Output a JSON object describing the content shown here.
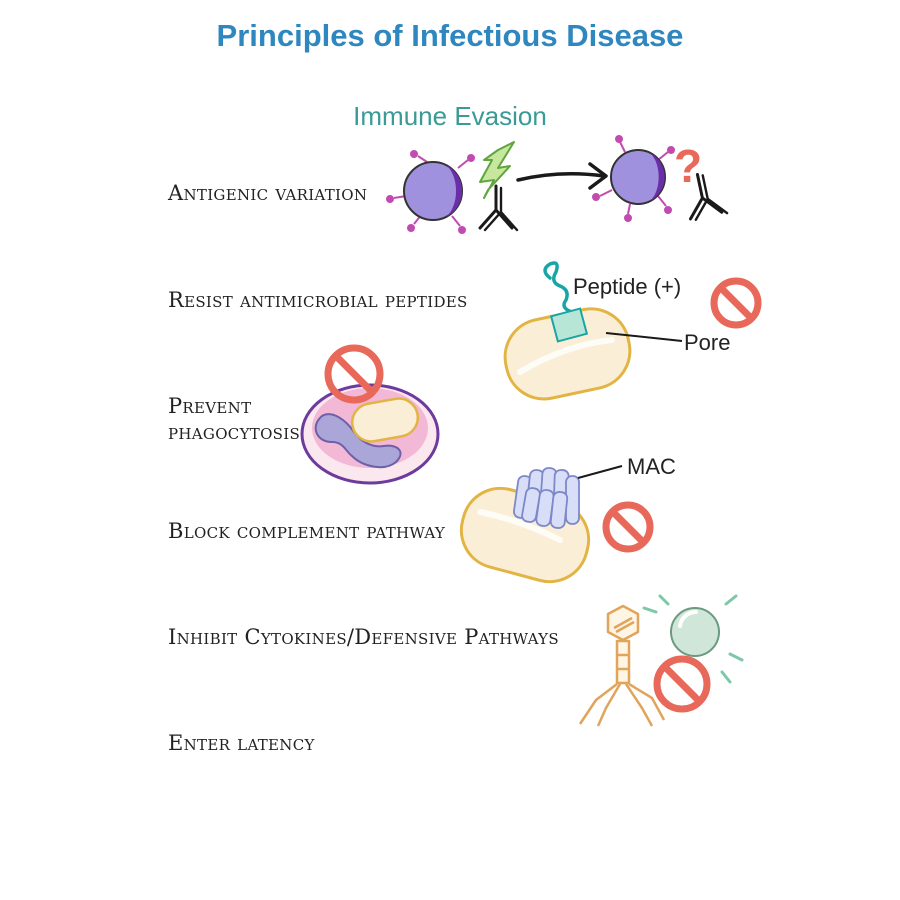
{
  "title": "Principles of Infectious Disease",
  "subtitle": "Immune Evasion",
  "mechanisms": [
    {
      "label": "Antigenic variation"
    },
    {
      "label": "Resist antimicrobial peptides"
    },
    {
      "label_line1": "Prevent",
      "label_line2": "phagocytosis"
    },
    {
      "label": "Block complement pathway"
    },
    {
      "label": "Inhibit Cytokines/Defensive Pathways"
    },
    {
      "label": "Enter latency"
    }
  ],
  "annotations": {
    "peptide": "Peptide (+)",
    "pore": "Pore",
    "mac": "MAC",
    "question": "?"
  },
  "colors": {
    "title": "#2f87bf",
    "subtitle": "#3a9a95",
    "prohibition": "#e8685a",
    "microbe": "#9f91dd",
    "bacterium_fill": "#fbeed6",
    "bacterium_outline": "#e2b443"
  }
}
